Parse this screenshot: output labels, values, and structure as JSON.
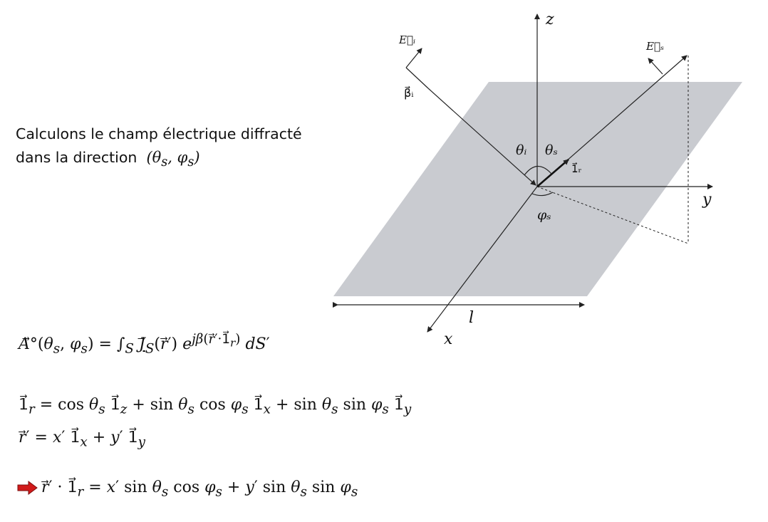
{
  "intro": {
    "line1": "Calculons le champ électrique diffracté",
    "line2": "dans la direction",
    "direction": "(θs, φs)"
  },
  "diagram": {
    "z": "z",
    "y": "y",
    "x": "x",
    "l": "l",
    "Ei": "E⃗ᵢ",
    "Es": "E⃗ₛ",
    "beta_i": "β⃗ᵢ",
    "theta_i": "θᵢ",
    "theta_s": "θₛ",
    "phi_s": "φₛ",
    "one_r": "1⃗ᵣ"
  },
  "equations": {
    "vector_potential": "A⃗°(θs, φs) = ∫S J⃗S(r⃗′) e^{jβ(r⃗′·1⃗r)} dS′",
    "unit_vector": "1⃗r = cos θs 1⃗z + sin θs cos φs 1⃗x + sin θs sin φs 1⃗y",
    "position_vector": "r⃗′ = x′ 1⃗x + y′ 1⃗y",
    "dot_product": "r⃗′ · 1⃗r = x′ sin θs cos φs + y′ sin θs sin φs"
  },
  "colors": {
    "arrow": "#d11a1a",
    "plane": "#c9cbd0"
  }
}
